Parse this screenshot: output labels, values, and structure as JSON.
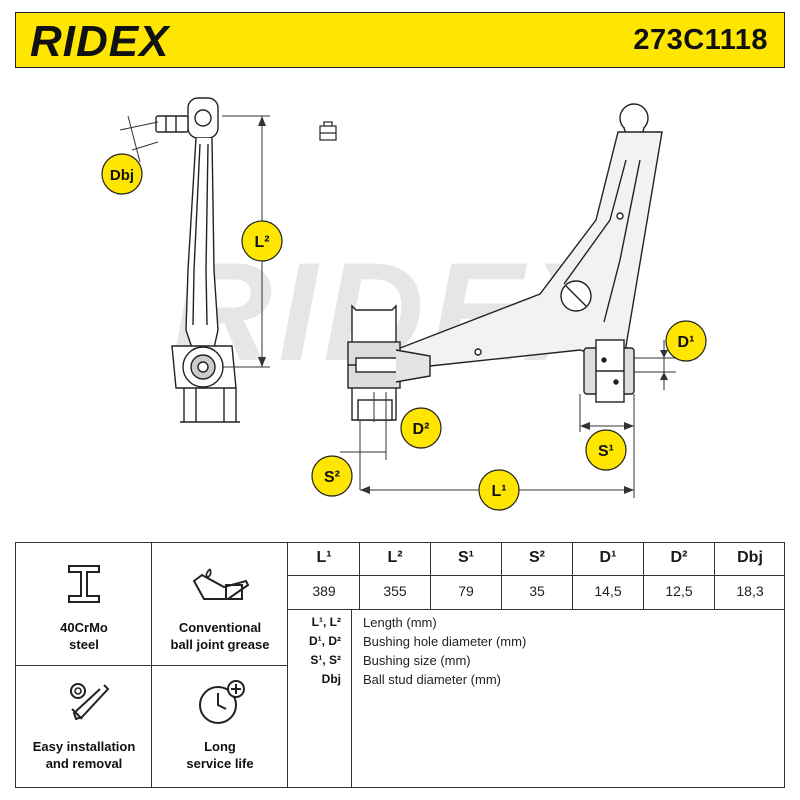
{
  "header": {
    "brand": "RIDEX",
    "part_number": "273C1118",
    "color": "#ffe600"
  },
  "drawing": {
    "watermark": "RIDEX",
    "callouts": {
      "dbj": "Dbj",
      "l2": "L²",
      "d1": "D¹",
      "d2": "D²",
      "s1": "S¹",
      "s2": "S²",
      "l1": "L¹"
    },
    "callout_color": "#ffe600"
  },
  "features": [
    {
      "icon": "i-beam-icon",
      "label_line1": "40CrMo",
      "label_line2": "steel"
    },
    {
      "icon": "grease-can-icon",
      "label_line1": "Conventional",
      "label_line2": "ball joint grease"
    },
    {
      "icon": "tools-icon",
      "label_line1": "Easy installation",
      "label_line2": "and removal"
    },
    {
      "icon": "clock-plus-icon",
      "label_line1": "Long",
      "label_line2": "service life"
    }
  ],
  "table": {
    "headers": [
      "L¹",
      "L²",
      "S¹",
      "S²",
      "D¹",
      "D²",
      "Dbj"
    ],
    "values": [
      "389",
      "355",
      "79",
      "35",
      "14,5",
      "12,5",
      "18,3"
    ]
  },
  "legend": [
    {
      "symbol": "L¹, L²",
      "text": "Length (mm)"
    },
    {
      "symbol": "D¹, D²",
      "text": "Bushing hole diameter (mm)"
    },
    {
      "symbol": "S¹, S²",
      "text": "Bushing size (mm)"
    },
    {
      "symbol": "Dbj",
      "text": "Ball stud diameter (mm)"
    }
  ]
}
